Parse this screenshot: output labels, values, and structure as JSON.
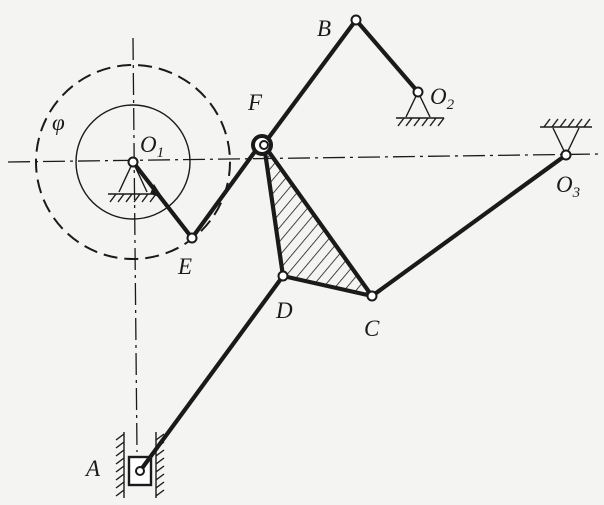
{
  "diagram": {
    "labels": {
      "A": "A",
      "B": "B",
      "C": "C",
      "D": "D",
      "E": "E",
      "F": "F",
      "O1": "O",
      "O1_sub": "1",
      "O2": "O",
      "O2_sub": "2",
      "O3": "O",
      "O3_sub": "3",
      "phi": "φ"
    }
  }
}
